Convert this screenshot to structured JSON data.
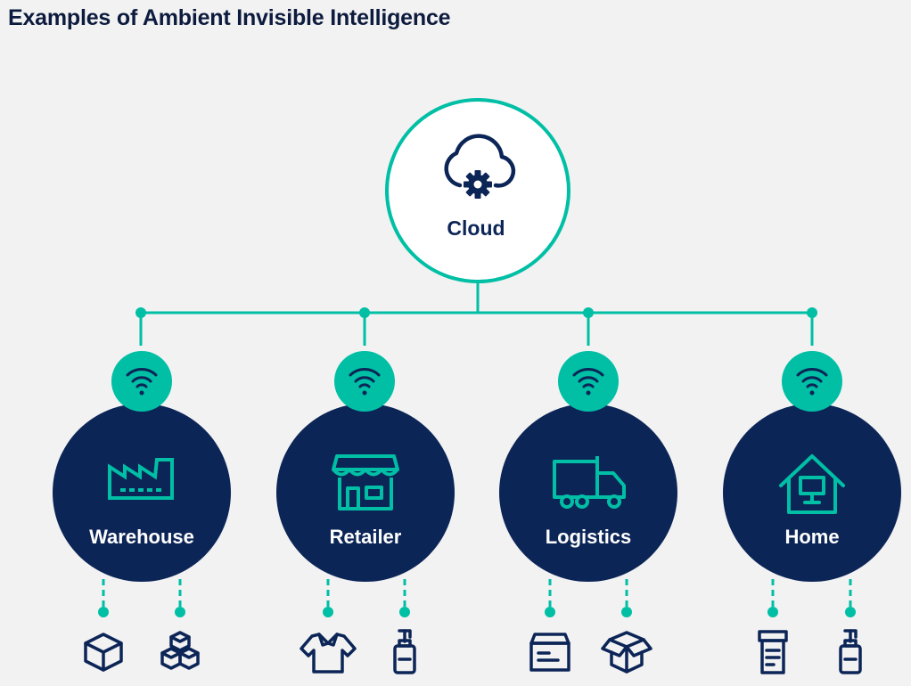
{
  "title": "Examples of Ambient Invisible Intelligence",
  "colors": {
    "navy": "#0c2557",
    "teal": "#00bfa5",
    "background": "#f2f2f2",
    "white": "#ffffff"
  },
  "cloud": {
    "label": "Cloud",
    "icon": "cloud-gear-icon"
  },
  "hubs": [
    {
      "label": "Warehouse",
      "icon": "factory-icon",
      "devices": [
        "package-box-icon",
        "stacked-boxes-icon"
      ]
    },
    {
      "label": "Retailer",
      "icon": "storefront-icon",
      "devices": [
        "shirt-icon",
        "pump-bottle-icon"
      ]
    },
    {
      "label": "Logistics",
      "icon": "delivery-truck-icon",
      "devices": [
        "labeled-package-icon",
        "open-box-icon"
      ]
    },
    {
      "label": "Home",
      "icon": "house-icon",
      "devices": [
        "medicine-bottle-icon",
        "pump-bottle-icon"
      ]
    }
  ]
}
